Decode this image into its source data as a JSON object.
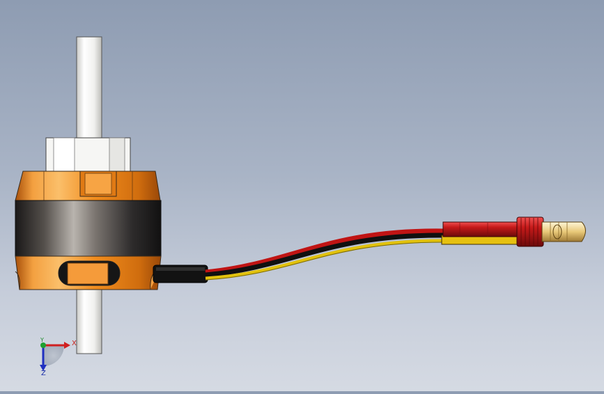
{
  "viewport": {
    "background_top": "#8e9cb2",
    "background_bottom": "#d5dae3"
  },
  "model": {
    "motor_accent_color": "#f08c1e",
    "stator_band_color": "#2e2c2c",
    "shaft_color": "#f2f2f0",
    "wire_colors": [
      "#e01c1c",
      "#111111",
      "#f0d010"
    ],
    "connector_color": "#c21a1a",
    "connector_tip_color": "#e8c878"
  },
  "triad": {
    "x_label": "X",
    "y_label": "Y",
    "z_label": "Z",
    "x_color": "#d02020",
    "y_color": "#20a030",
    "z_color": "#2030c0"
  }
}
